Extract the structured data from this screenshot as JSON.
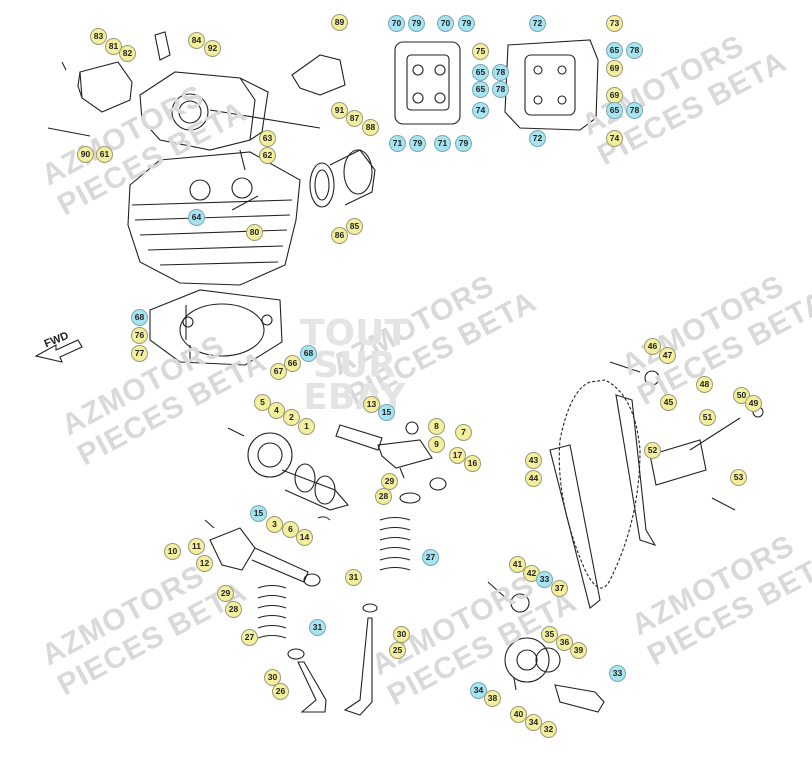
{
  "watermark": {
    "line1": "AZMOTORS",
    "line2": "PIECES BETA"
  },
  "stamp": {
    "line1": "TOUT",
    "line2": "SUR",
    "line3": "EBAY"
  },
  "fwd_label": "FWD",
  "colors": {
    "yellow_callout": "#f4ef9c",
    "blue_callout": "#a8e4f0",
    "line": "#222222"
  },
  "callouts": [
    {
      "id": "c83",
      "label": "83",
      "style": "y"
    },
    {
      "id": "c81",
      "label": "81",
      "style": "y"
    },
    {
      "id": "c82",
      "label": "82",
      "style": "y"
    },
    {
      "id": "c84",
      "label": "84",
      "style": "y"
    },
    {
      "id": "c92",
      "label": "92",
      "style": "y"
    },
    {
      "id": "c89",
      "label": "89",
      "style": "y"
    },
    {
      "id": "c63",
      "label": "63",
      "style": "y"
    },
    {
      "id": "c62",
      "label": "62",
      "style": "y"
    },
    {
      "id": "c90",
      "label": "90",
      "style": "y"
    },
    {
      "id": "c61",
      "label": "61",
      "style": "y"
    },
    {
      "id": "c91",
      "label": "91",
      "style": "y"
    },
    {
      "id": "c87",
      "label": "87",
      "style": "y"
    },
    {
      "id": "c88",
      "label": "88",
      "style": "y"
    },
    {
      "id": "c64",
      "label": "64",
      "style": "b"
    },
    {
      "id": "c80",
      "label": "80",
      "style": "y"
    },
    {
      "id": "c85",
      "label": "85",
      "style": "y"
    },
    {
      "id": "c86",
      "label": "86",
      "style": "y"
    },
    {
      "id": "c70a",
      "label": "70",
      "style": "b"
    },
    {
      "id": "c79a",
      "label": "79",
      "style": "b"
    },
    {
      "id": "c70b",
      "label": "70",
      "style": "b"
    },
    {
      "id": "c79b",
      "label": "79",
      "style": "b"
    },
    {
      "id": "c72a",
      "label": "72",
      "style": "b"
    },
    {
      "id": "c73",
      "label": "73",
      "style": "y"
    },
    {
      "id": "c75",
      "label": "75",
      "style": "y"
    },
    {
      "id": "c65a",
      "label": "65",
      "style": "b"
    },
    {
      "id": "c78a",
      "label": "78",
      "style": "b"
    },
    {
      "id": "c69a",
      "label": "69",
      "style": "y"
    },
    {
      "id": "c65b",
      "label": "65",
      "style": "b"
    },
    {
      "id": "c78b",
      "label": "78",
      "style": "b"
    },
    {
      "id": "c65c",
      "label": "65",
      "style": "b"
    },
    {
      "id": "c78c",
      "label": "78",
      "style": "b"
    },
    {
      "id": "c69b",
      "label": "69",
      "style": "y"
    },
    {
      "id": "c74a",
      "label": "74",
      "style": "b"
    },
    {
      "id": "c65d",
      "label": "65",
      "style": "b"
    },
    {
      "id": "c78d",
      "label": "78",
      "style": "b"
    },
    {
      "id": "c71a",
      "label": "71",
      "style": "b"
    },
    {
      "id": "c79c",
      "label": "79",
      "style": "b"
    },
    {
      "id": "c71b",
      "label": "71",
      "style": "b"
    },
    {
      "id": "c79d",
      "label": "79",
      "style": "b"
    },
    {
      "id": "c72b",
      "label": "72",
      "style": "b"
    },
    {
      "id": "c74b",
      "label": "74",
      "style": "y"
    },
    {
      "id": "c68a",
      "label": "68",
      "style": "b"
    },
    {
      "id": "c76",
      "label": "76",
      "style": "y"
    },
    {
      "id": "c77",
      "label": "77",
      "style": "y"
    },
    {
      "id": "c68b",
      "label": "68",
      "style": "b"
    },
    {
      "id": "c66",
      "label": "66",
      "style": "y"
    },
    {
      "id": "c67",
      "label": "67",
      "style": "y"
    },
    {
      "id": "c5",
      "label": "5",
      "style": "y"
    },
    {
      "id": "c4",
      "label": "4",
      "style": "y"
    },
    {
      "id": "c2",
      "label": "2",
      "style": "y"
    },
    {
      "id": "c1",
      "label": "1",
      "style": "y"
    },
    {
      "id": "c13",
      "label": "13",
      "style": "y"
    },
    {
      "id": "c15a",
      "label": "15",
      "style": "b"
    },
    {
      "id": "c8",
      "label": "8",
      "style": "y"
    },
    {
      "id": "c7",
      "label": "7",
      "style": "y"
    },
    {
      "id": "c9",
      "label": "9",
      "style": "y"
    },
    {
      "id": "c17",
      "label": "17",
      "style": "y"
    },
    {
      "id": "c16",
      "label": "16",
      "style": "y"
    },
    {
      "id": "c29a",
      "label": "29",
      "style": "y"
    },
    {
      "id": "c28a",
      "label": "28",
      "style": "y"
    },
    {
      "id": "c3",
      "label": "3",
      "style": "y"
    },
    {
      "id": "c15b",
      "label": "15",
      "style": "b"
    },
    {
      "id": "c6",
      "label": "6",
      "style": "y"
    },
    {
      "id": "c14",
      "label": "14",
      "style": "y"
    },
    {
      "id": "c10",
      "label": "10",
      "style": "y"
    },
    {
      "id": "c11",
      "label": "11",
      "style": "y"
    },
    {
      "id": "c12",
      "label": "12",
      "style": "y"
    },
    {
      "id": "c27a",
      "label": "27",
      "style": "b"
    },
    {
      "id": "c31a",
      "label": "31",
      "style": "y"
    },
    {
      "id": "c29b",
      "label": "29",
      "style": "y"
    },
    {
      "id": "c28b",
      "label": "28",
      "style": "y"
    },
    {
      "id": "c27b",
      "label": "27",
      "style": "y"
    },
    {
      "id": "c31b",
      "label": "31",
      "style": "b"
    },
    {
      "id": "c30a",
      "label": "30",
      "style": "y"
    },
    {
      "id": "c25",
      "label": "25",
      "style": "y"
    },
    {
      "id": "c30b",
      "label": "30",
      "style": "y"
    },
    {
      "id": "c26",
      "label": "26",
      "style": "y"
    },
    {
      "id": "c46",
      "label": "46",
      "style": "y"
    },
    {
      "id": "c47",
      "label": "47",
      "style": "y"
    },
    {
      "id": "c48",
      "label": "48",
      "style": "y"
    },
    {
      "id": "c50",
      "label": "50",
      "style": "y"
    },
    {
      "id": "c45",
      "label": "45",
      "style": "y"
    },
    {
      "id": "c51",
      "label": "51",
      "style": "y"
    },
    {
      "id": "c49",
      "label": "49",
      "style": "y"
    },
    {
      "id": "c52",
      "label": "52",
      "style": "y"
    },
    {
      "id": "c43",
      "label": "43",
      "style": "y"
    },
    {
      "id": "c44",
      "label": "44",
      "style": "y"
    },
    {
      "id": "c53",
      "label": "53",
      "style": "y"
    },
    {
      "id": "c41",
      "label": "41",
      "style": "y"
    },
    {
      "id": "c42",
      "label": "42",
      "style": "y"
    },
    {
      "id": "c33a",
      "label": "33",
      "style": "b"
    },
    {
      "id": "c37",
      "label": "37",
      "style": "y"
    },
    {
      "id": "c35",
      "label": "35",
      "style": "y"
    },
    {
      "id": "c36",
      "label": "36",
      "style": "y"
    },
    {
      "id": "c39",
      "label": "39",
      "style": "y"
    },
    {
      "id": "c33b",
      "label": "33",
      "style": "b"
    },
    {
      "id": "c34a",
      "label": "34",
      "style": "b"
    },
    {
      "id": "c38",
      "label": "38",
      "style": "y"
    },
    {
      "id": "c40",
      "label": "40",
      "style": "y"
    },
    {
      "id": "c34b",
      "label": "34",
      "style": "y"
    },
    {
      "id": "c32",
      "label": "32",
      "style": "y"
    }
  ]
}
